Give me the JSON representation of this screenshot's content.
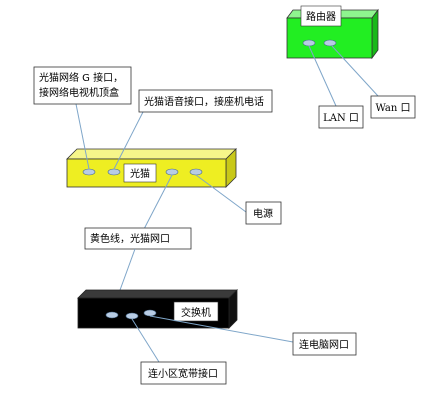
{
  "router": {
    "label": "路由器",
    "lan_label": "LAN 口",
    "wan_label": "Wan 口",
    "color": "#22ee22"
  },
  "modem": {
    "label": "光猫",
    "color": "#eeee22",
    "callouts": {
      "iptv_line1": "光猫网络 G 接口，",
      "iptv_line2": "接网络电视机顶盒",
      "voice": "光猫语音接口，接座机电话",
      "power": "电源",
      "yellow_cable": "黄色线，光猫网口"
    }
  },
  "switch": {
    "label": "交换机",
    "color": "#000000",
    "callouts": {
      "pc": "连电脑网口",
      "broadband": "连小区宽带接口"
    }
  },
  "colors": {
    "leader_line": "#7fa6c9",
    "port": "#b8cce4",
    "box_border": "#333333"
  }
}
